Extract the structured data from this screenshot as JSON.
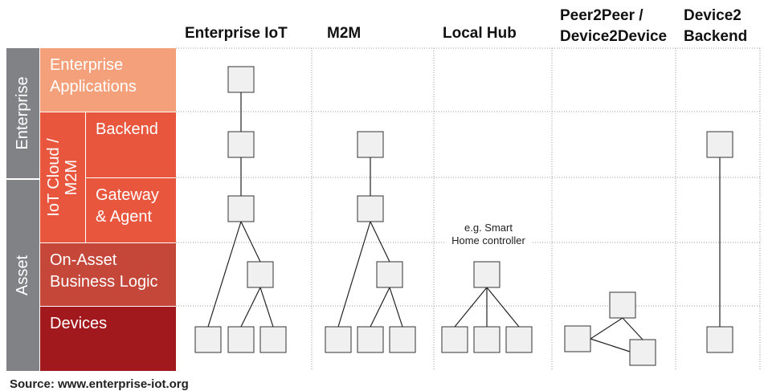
{
  "columns": [
    {
      "id": "enterprise-iot",
      "label": "Enterprise IoT"
    },
    {
      "id": "m2m",
      "label": "M2M"
    },
    {
      "id": "local-hub",
      "label": "Local Hub"
    },
    {
      "id": "peer2peer",
      "label": "Peer2Peer /\nDevice2Device"
    },
    {
      "id": "device2backend",
      "label": "Device2\nBackend"
    }
  ],
  "groups": {
    "enterprise": "Enterprise",
    "asset": "Asset",
    "iot_cloud": "IoT Cloud /\nM2M"
  },
  "layers": {
    "enterprise_apps": "Enterprise\nApplications",
    "backend": "Backend",
    "gateway": "Gateway\n& Agent",
    "on_asset": "On-Asset\nBusiness Logic",
    "devices": "Devices"
  },
  "annotation": "e.g. Smart\nHome controller",
  "source": "Source: www.enterprise-iot.org",
  "colors": {
    "group_gray": "#808286",
    "enterprise_apps": "#f4a07a",
    "cloud": "#e8563e",
    "on_asset": "#c4473a",
    "devices": "#a2191d",
    "node_fill": "#f0f0f0",
    "node_stroke": "#333333"
  }
}
